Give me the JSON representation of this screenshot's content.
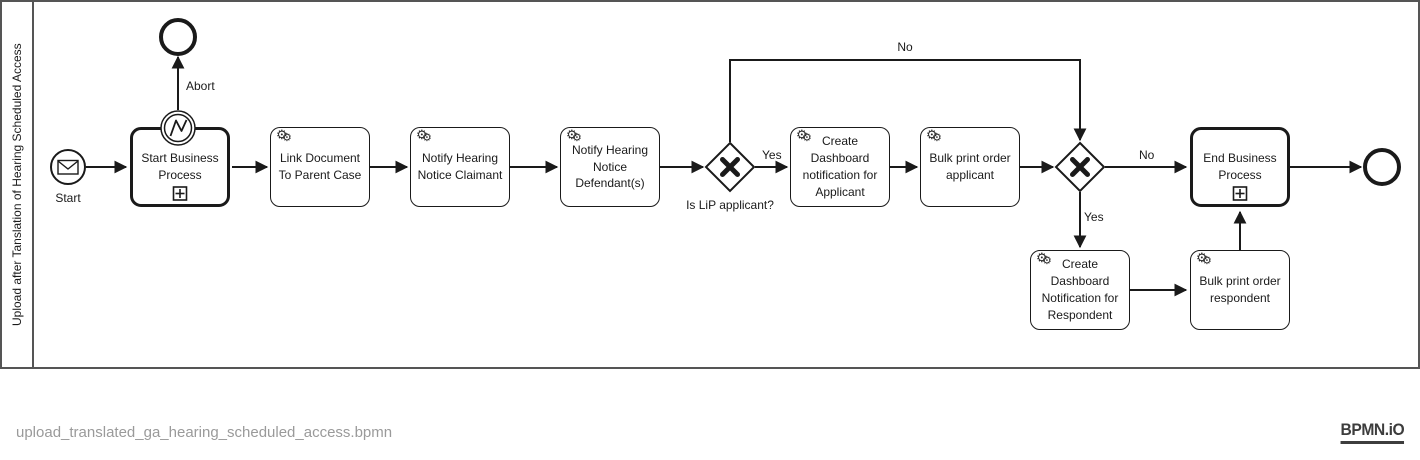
{
  "pool": {
    "label": "Upload after Tanslation of Hearing Scheduled Access"
  },
  "events": {
    "start": {
      "label": "Start"
    },
    "abort": {
      "label": "Abort"
    }
  },
  "tasks": [
    {
      "label": "Start Business Process",
      "type": "call-activity"
    },
    {
      "label": "Link Document To Parent Case",
      "type": "service-task"
    },
    {
      "label": "Notify Hearing Notice Claimant",
      "type": "service-task"
    },
    {
      "label": "Notify Hearing Notice Defendant(s)",
      "type": "service-task"
    },
    {
      "label": "Create Dashboard notification for Applicant",
      "type": "service-task"
    },
    {
      "label": "Bulk print order applicant",
      "type": "service-task"
    },
    {
      "label": "End Business Process",
      "type": "call-activity"
    },
    {
      "label": "Create Dashboard Notification for Respondent",
      "type": "service-task"
    },
    {
      "label": "Bulk print order respondent",
      "type": "service-task"
    }
  ],
  "gateways": {
    "question": "Is LiP applicant?"
  },
  "flow_labels": {
    "yes_applicant": "Yes",
    "no_top": "No",
    "no_end": "No",
    "yes_respondent": "Yes"
  },
  "icons": {
    "service_gear": "⚙"
  },
  "footer": {
    "filename": "upload_translated_ga_hearing_scheduled_access.bpmn",
    "logo": "BPMN.iO"
  },
  "colors": {
    "stroke": "#1a1a1a",
    "frame": "#555555",
    "filename_text": "#9a9a9a",
    "logo_text": "#3d3d3d"
  }
}
